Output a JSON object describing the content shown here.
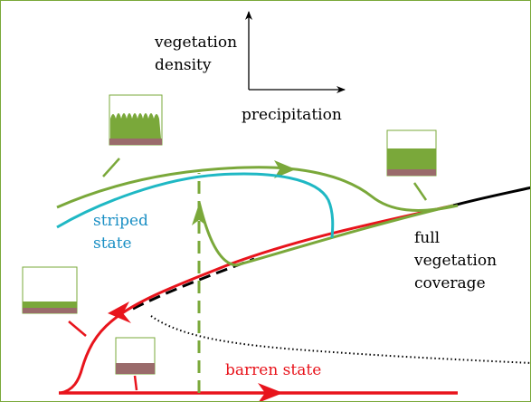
{
  "axes": {
    "y_label_line1": "vegetation",
    "y_label_line2": "density",
    "x_label": "precipitation"
  },
  "labels": {
    "striped_line1": "striped",
    "striped_line2": "state",
    "full_line1": "full",
    "full_line2": "vegetation",
    "full_line3": "coverage",
    "barren": "barren state"
  },
  "colors": {
    "green": "#7aa83a",
    "cyan": "#1fb8c4",
    "red": "#e8141c",
    "black": "#000000",
    "soil": "#9a6b6b",
    "striped_text": "#1a8fc4",
    "barren_text": "#e8141c"
  }
}
